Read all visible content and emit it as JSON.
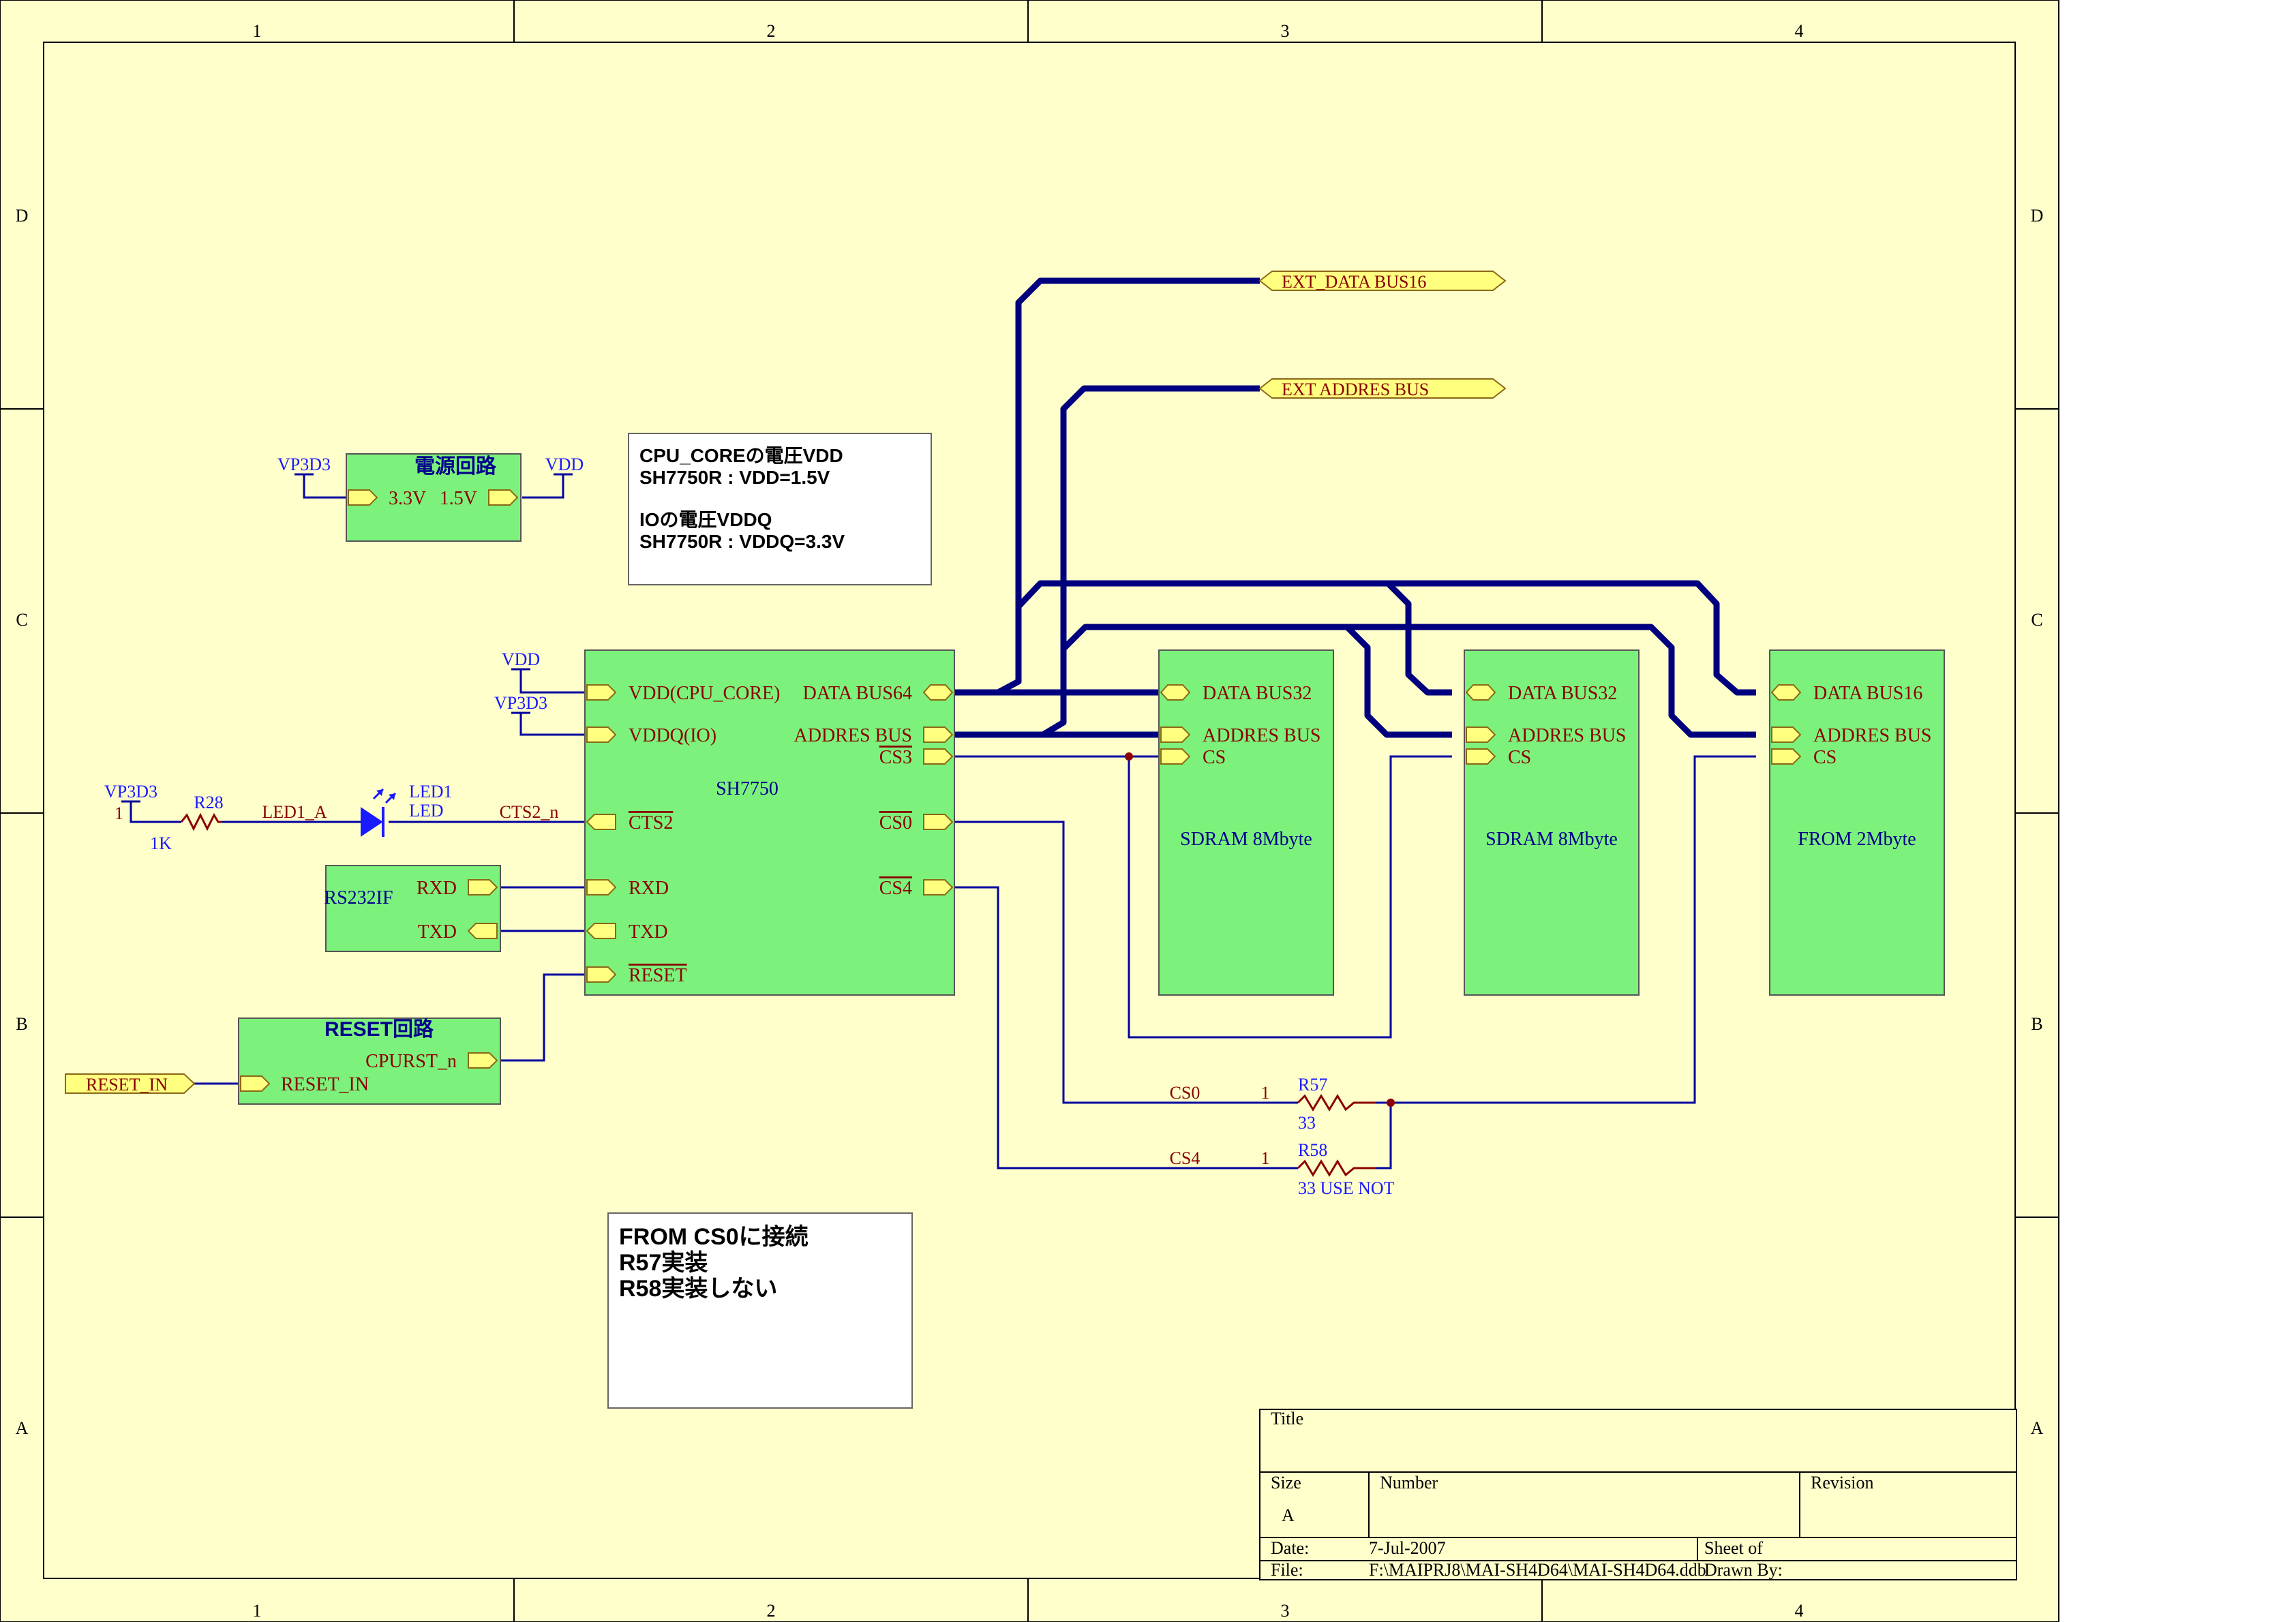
{
  "border": {
    "columns": [
      "1",
      "2",
      "3",
      "4"
    ],
    "rows": [
      "D",
      "C",
      "B",
      "A"
    ]
  },
  "notes": {
    "voltage": {
      "line1": "CPU_COREの電圧VDD",
      "line2": "SH7750R : VDD=1.5V",
      "line3": "IOの電圧VDDQ",
      "line4": "SH7750R : VDDQ=3.3V"
    },
    "from_cs": {
      "line1": "FROM CS0に接続",
      "line2": "R57実装",
      "line3": "R58実装しない"
    }
  },
  "power_block": {
    "title": "電源回路",
    "in_pin": "3.3V",
    "out_pin": "1.5V",
    "in_net": "VP3D3",
    "out_net": "VDD"
  },
  "cpu": {
    "name": "SH7750",
    "pins_left": [
      "VDD(CPU_CORE)",
      "VDDQ(IO)",
      "CTS2",
      "RXD",
      "TXD",
      "RESET"
    ],
    "pins_right": [
      "DATA BUS64",
      "ADDRES BUS",
      "CS3",
      "CS0",
      "CS4"
    ],
    "power_nets": [
      "VDD",
      "VP3D3"
    ]
  },
  "sdram1": {
    "name": "SDRAM 8Mbyte",
    "pins": [
      "DATA BUS32",
      "ADDRES BUS",
      "CS"
    ]
  },
  "sdram2": {
    "name": "SDRAM 8Mbyte",
    "pins": [
      "DATA BUS32",
      "ADDRES BUS",
      "CS"
    ]
  },
  "flash": {
    "name": "FROM 2Mbyte",
    "pins": [
      "DATA BUS16",
      "ADDRES BUS",
      "CS"
    ]
  },
  "rs232": {
    "name": "RS232IF",
    "pins": [
      "RXD",
      "TXD"
    ]
  },
  "reset_block": {
    "title": "RESET回路",
    "pin_out": "CPURST_n",
    "pin_in": "RESET_IN"
  },
  "ports": {
    "ext_data": "EXT_DATA BUS16",
    "ext_addr": "EXT ADDRES BUS",
    "reset_in": "RESET_IN"
  },
  "led_circuit": {
    "supply": "VP3D3",
    "supply_pin": "1",
    "resistor_ref": "R28",
    "resistor_val": "1K",
    "net_led": "LED1_A",
    "led_ref": "LED1",
    "led_val": "LED",
    "net_cts": "CTS2_n"
  },
  "cs_resistors": {
    "r57_ref": "R57",
    "r57_val": "33",
    "r57_pin": "1",
    "r57_net": "CS0",
    "r58_ref": "R58",
    "r58_val": "33 USE NOT",
    "r58_pin": "1",
    "r58_net": "CS4"
  },
  "title_block": {
    "title_label": "Title",
    "size_label": "Size",
    "size_value": "A",
    "number_label": "Number",
    "revision_label": "Revision",
    "date_label": "Date:",
    "date_value": "7-Jul-2007",
    "sheet_label": "Sheet    of",
    "file_label": "File:",
    "file_value": "F:\\MAIPRJ8\\MAI-SH4D64\\MAI-SH4D64.ddb",
    "drawn_label": "Drawn By:"
  },
  "colors": {
    "sheet_bg": "#ffffcc",
    "block_fill": "#7cf27c",
    "bus": "#00007f",
    "wire": "#0000a0",
    "pin_fill": "#ffff80",
    "net_label": "#8b0000",
    "power_label": "#1a1aff"
  }
}
